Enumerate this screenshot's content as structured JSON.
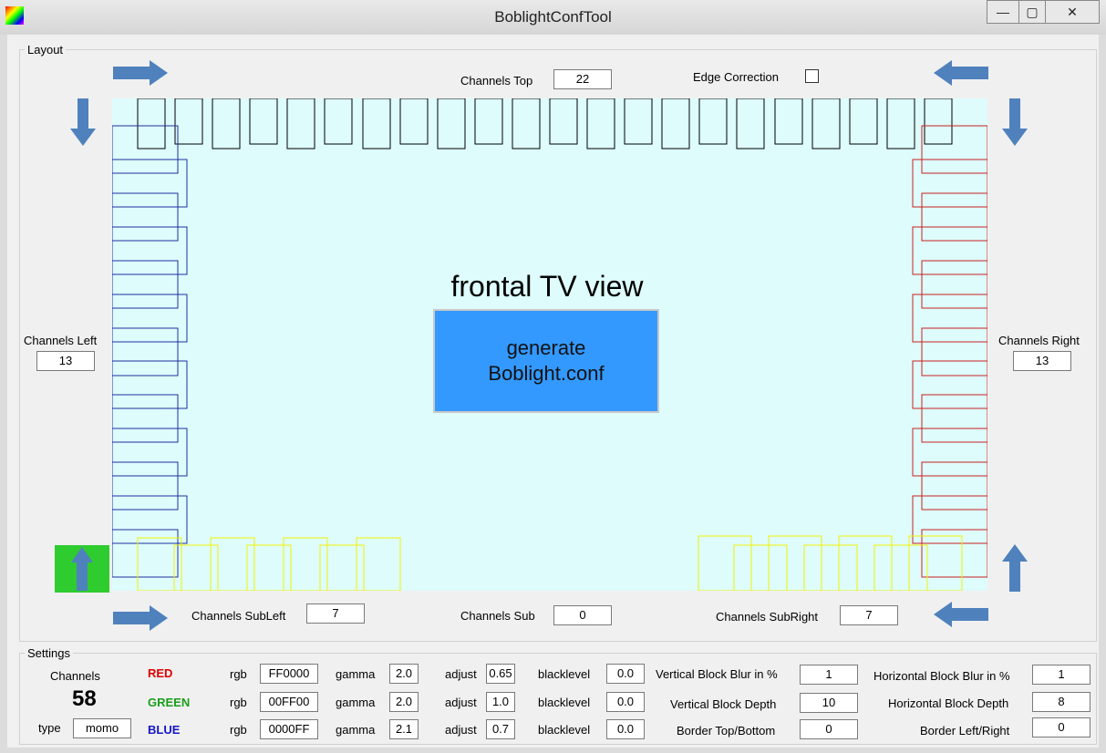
{
  "window": {
    "title": "BoblightConfTool"
  },
  "titlebar": {
    "minimize": "—",
    "maximize": "▢",
    "close": "✕"
  },
  "layout": {
    "legend": "Layout",
    "channels_top_label": "Channels Top",
    "channels_top": "22",
    "edge_correction_label": "Edge Correction",
    "edge_correction": false,
    "channels_left_label": "Channels Left",
    "channels_left": "13",
    "channels_right_label": "Channels Right",
    "channels_right": "13",
    "channels_subleft_label": "Channels SubLeft",
    "channels_subleft": "7",
    "channels_sub_label": "Channels Sub",
    "channels_sub": "0",
    "channels_subright_label": "Channels SubRight",
    "channels_subright": "7",
    "frontal_label": "frontal TV view",
    "generate_line1": "generate",
    "generate_line2": "Boblight.conf"
  },
  "settings": {
    "legend": "Settings",
    "channels_label": "Channels",
    "channels_count": "58",
    "type_label": "type",
    "type_value": "momo",
    "rows": [
      {
        "color_name": "RED",
        "rgb_label": "rgb",
        "rgb": "FF0000",
        "gamma_label": "gamma",
        "gamma": "2.0",
        "adjust_label": "adjust",
        "adjust": "0.65",
        "blacklevel_label": "blacklevel",
        "blacklevel": "0.0"
      },
      {
        "color_name": "GREEN",
        "rgb_label": "rgb",
        "rgb": "00FF00",
        "gamma_label": "gamma",
        "gamma": "2.0",
        "adjust_label": "adjust",
        "adjust": "1.0",
        "blacklevel_label": "blacklevel",
        "blacklevel": "0.0"
      },
      {
        "color_name": "BLUE",
        "rgb_label": "rgb",
        "rgb": "0000FF",
        "gamma_label": "gamma",
        "gamma": "2.1",
        "adjust_label": "adjust",
        "adjust": "0.7",
        "blacklevel_label": "blacklevel",
        "blacklevel": "0.0"
      }
    ],
    "vblur_label": "Vertical Block Blur in %",
    "vblur": "1",
    "vdepth_label": "Vertical Block Depth",
    "vdepth": "10",
    "border_tb_label": "Border Top/Bottom",
    "border_tb": "0",
    "hblur_label": "Horizontal Block Blur in %",
    "hblur": "1",
    "hdepth_label": "Horizontal Block Depth",
    "hdepth": "8",
    "border_lr_label": "Border Left/Right",
    "border_lr": "0"
  },
  "colors": {
    "canvas": "#ddfcfb",
    "top_led": "#000000",
    "left_led": "#1f2fa0",
    "right_led": "#cc2020",
    "bottom_led": "#f2f200",
    "arrow": "#4f81bd",
    "start_marker": "#2fcc2f",
    "button": "#3399ff"
  },
  "icons": {
    "arrow_right": "arrow-right-icon",
    "arrow_left": "arrow-left-icon",
    "arrow_down": "arrow-down-icon",
    "arrow_up": "arrow-up-icon"
  }
}
